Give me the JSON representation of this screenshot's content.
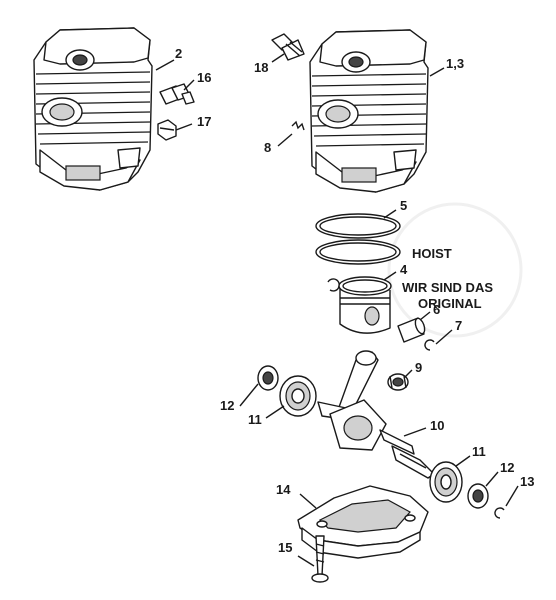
{
  "callouts": {
    "c1": "2",
    "c2": "16",
    "c3": "17",
    "c4": "18",
    "c5": "1,3",
    "c6": "8",
    "c7": "5",
    "c8": "4",
    "c9": "6",
    "c10": "7",
    "c11": "9",
    "c12": "12",
    "c13": "11",
    "c14": "10",
    "c15": "11",
    "c16": "12",
    "c17": "13",
    "c18": "14",
    "c19": "15"
  },
  "watermark": {
    "brand": "HOIST",
    "line1": "WIR SIND DAS",
    "line2": "ORIGINAL"
  }
}
